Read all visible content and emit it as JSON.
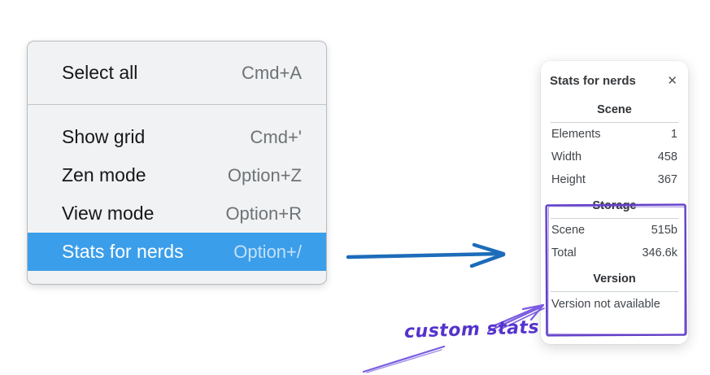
{
  "colors": {
    "menu_highlight": "#3b9eea",
    "menu_background": "#f1f2f3",
    "blue_arrow": "#1c6cba",
    "annotation_purple": "#7a5ce0",
    "annotation_box_purple": "#6340c8",
    "annotation_text_purple": "#5533cc"
  },
  "context_menu": {
    "sections": [
      {
        "items": [
          {
            "label": "Select all",
            "shortcut": "Cmd+A"
          }
        ]
      },
      {
        "items": [
          {
            "label": "Show grid",
            "shortcut": "Cmd+'"
          },
          {
            "label": "Zen mode",
            "shortcut": "Option+Z"
          },
          {
            "label": "View mode",
            "shortcut": "Option+R"
          },
          {
            "label": "Stats for nerds",
            "shortcut": "Option+/",
            "selected": true
          }
        ]
      }
    ]
  },
  "stats_panel": {
    "title": "Stats for nerds",
    "close_glyph": "✕",
    "sections": [
      {
        "heading": "Scene",
        "rows": [
          {
            "label": "Elements",
            "value": "1"
          },
          {
            "label": "Width",
            "value": "458"
          },
          {
            "label": "Height",
            "value": "367"
          }
        ]
      },
      {
        "heading": "Storage",
        "rows": [
          {
            "label": "Scene",
            "value": "515b"
          },
          {
            "label": "Total",
            "value": "346.6k"
          }
        ]
      },
      {
        "heading": "Version",
        "note": "Version not available"
      }
    ]
  },
  "annotation": {
    "label": "custom stats"
  }
}
